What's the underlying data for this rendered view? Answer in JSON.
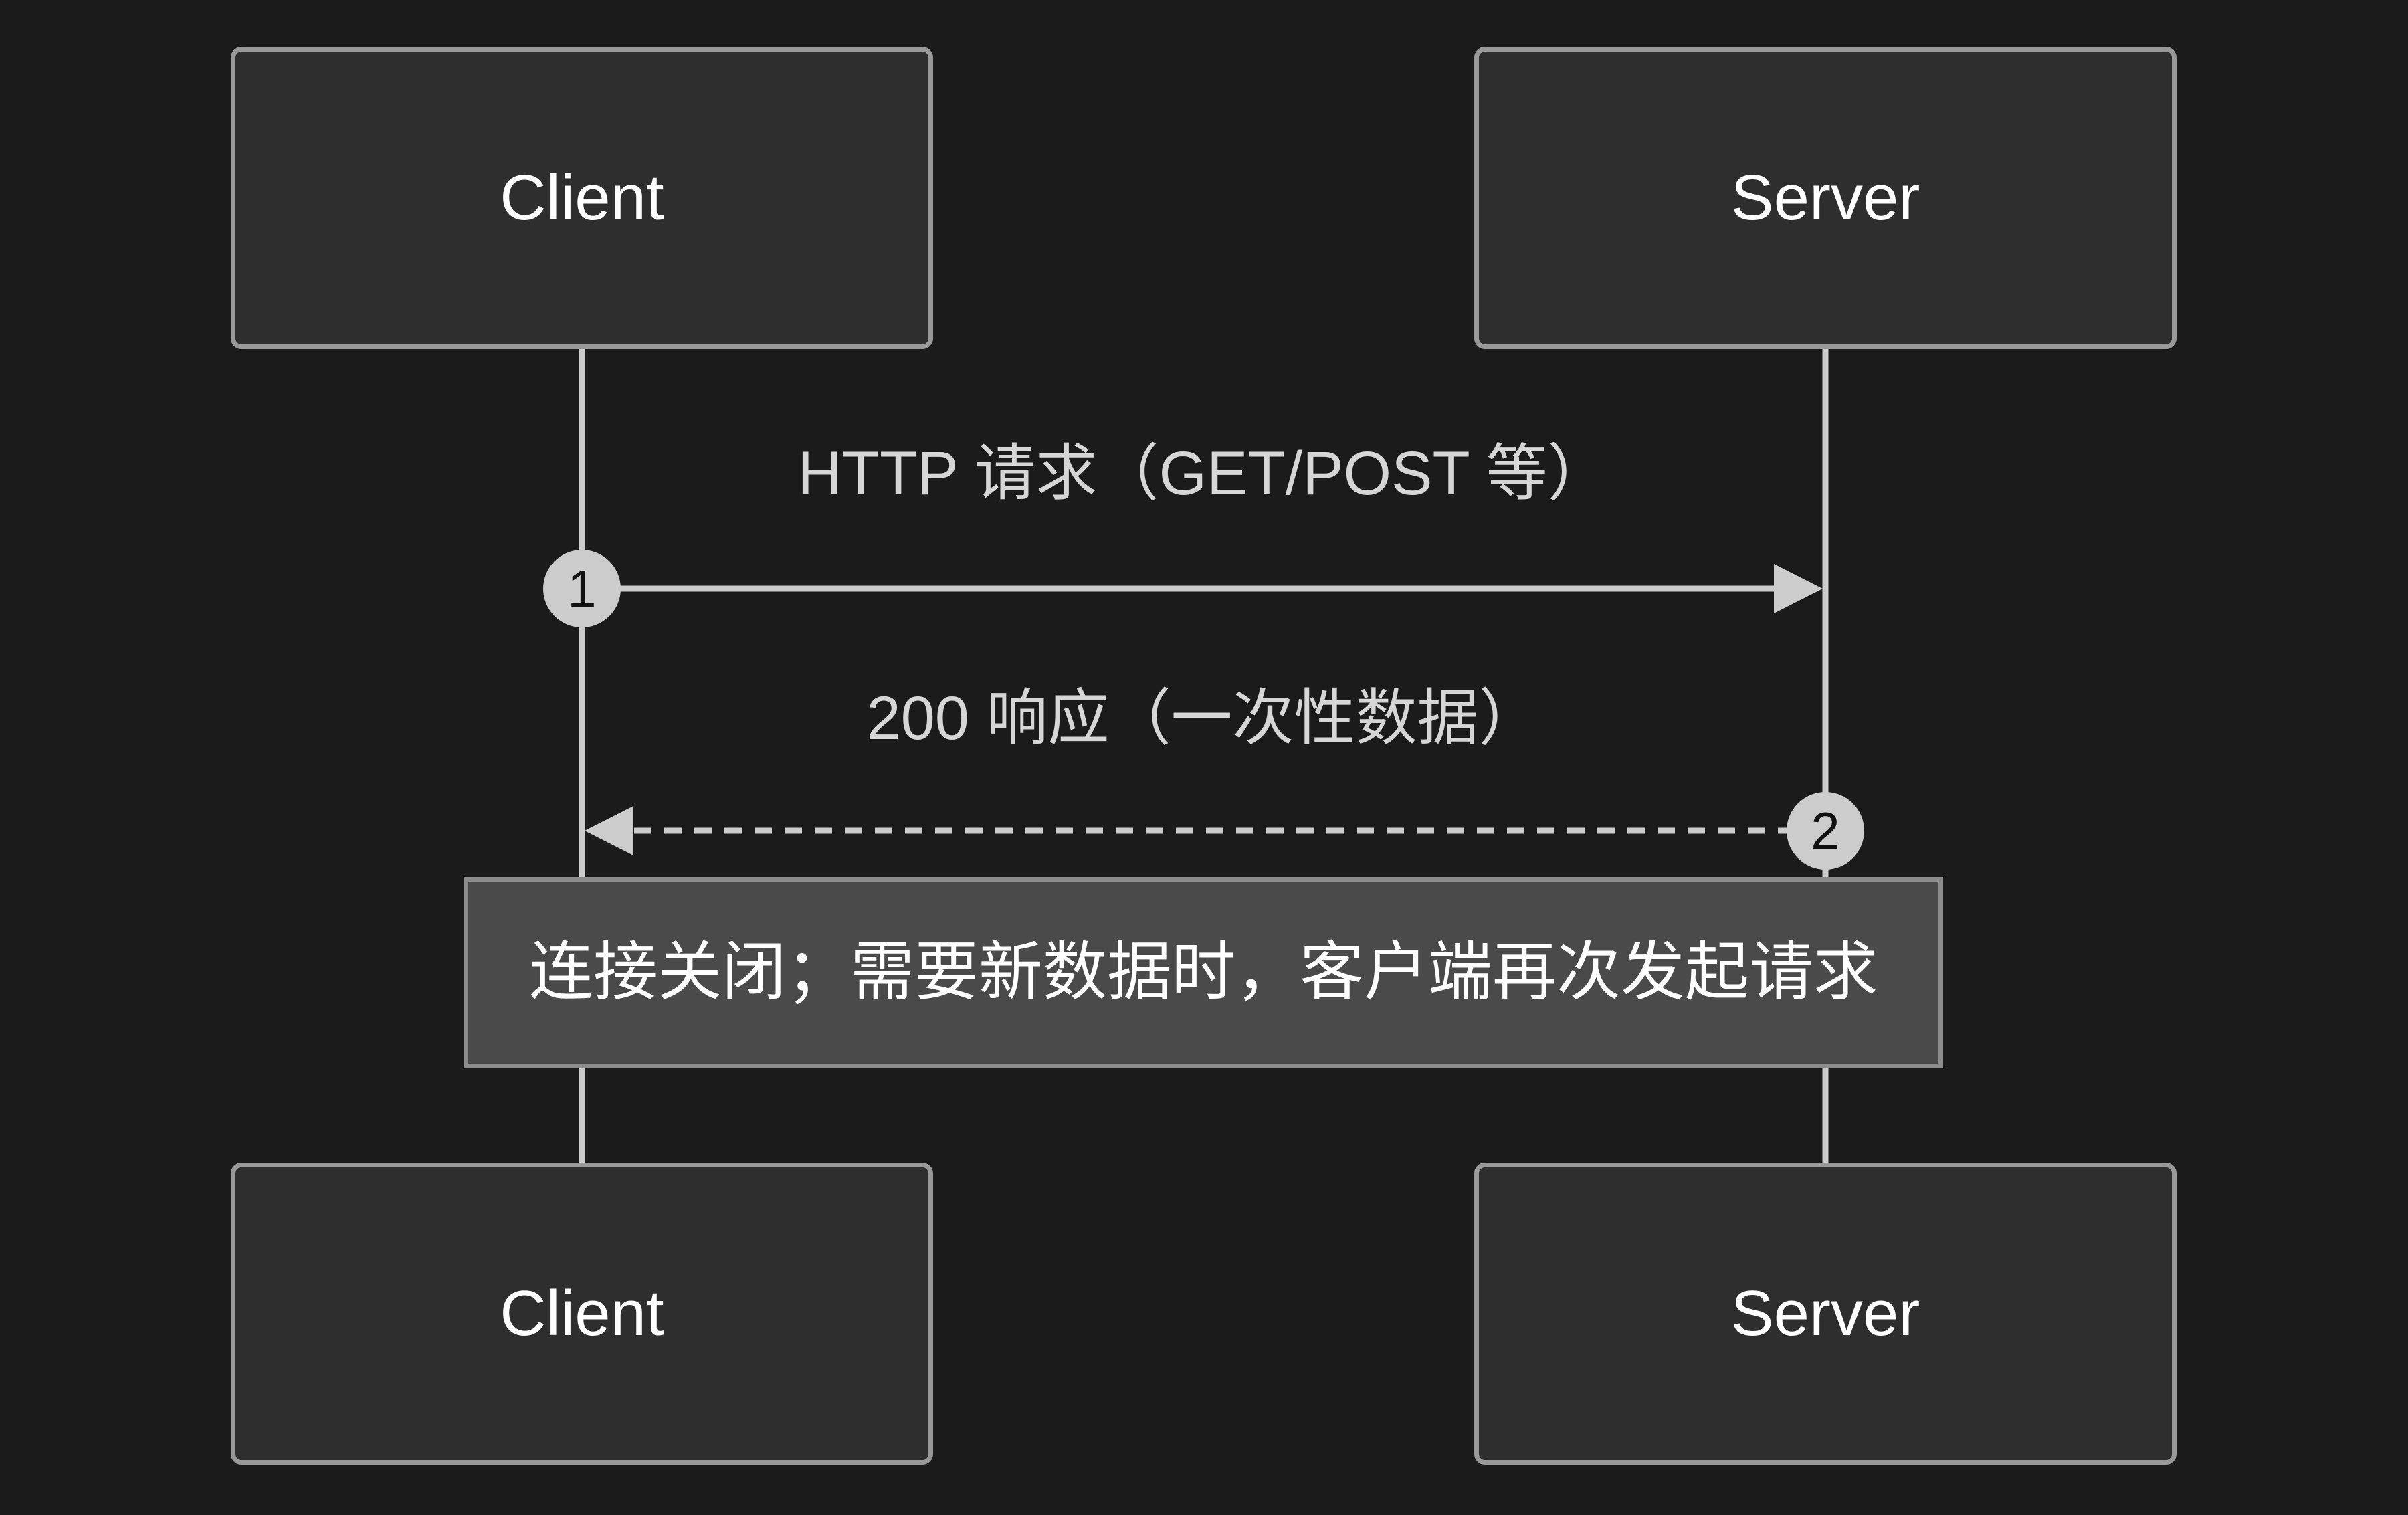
{
  "diagram": {
    "type": "sequence-diagram",
    "actors": [
      {
        "id": "client",
        "label": "Client"
      },
      {
        "id": "server",
        "label": "Server"
      }
    ],
    "messages": [
      {
        "seq": "1",
        "from": "client",
        "to": "server",
        "label": "HTTP 请求（GET/POST 等）",
        "line_style": "solid"
      },
      {
        "seq": "2",
        "from": "server",
        "to": "client",
        "label": "200 响应（一次性数据）",
        "line_style": "dashed"
      }
    ],
    "note": {
      "label": "连接关闭；需要新数据时，客户端再次发起请求"
    },
    "colors": {
      "background": "#1b1b1b",
      "actor_fill": "#2e2e2e",
      "actor_border": "#999999",
      "lifeline": "#cccccc",
      "arrow": "#cccccc",
      "message_text": "#d6d6d6",
      "actor_text": "#ffffff",
      "note_fill": "#4a4a4a",
      "note_border": "#8c8c8c",
      "note_text": "#ffffff",
      "badge_fill": "#cccccc",
      "badge_text": "#111111"
    }
  }
}
